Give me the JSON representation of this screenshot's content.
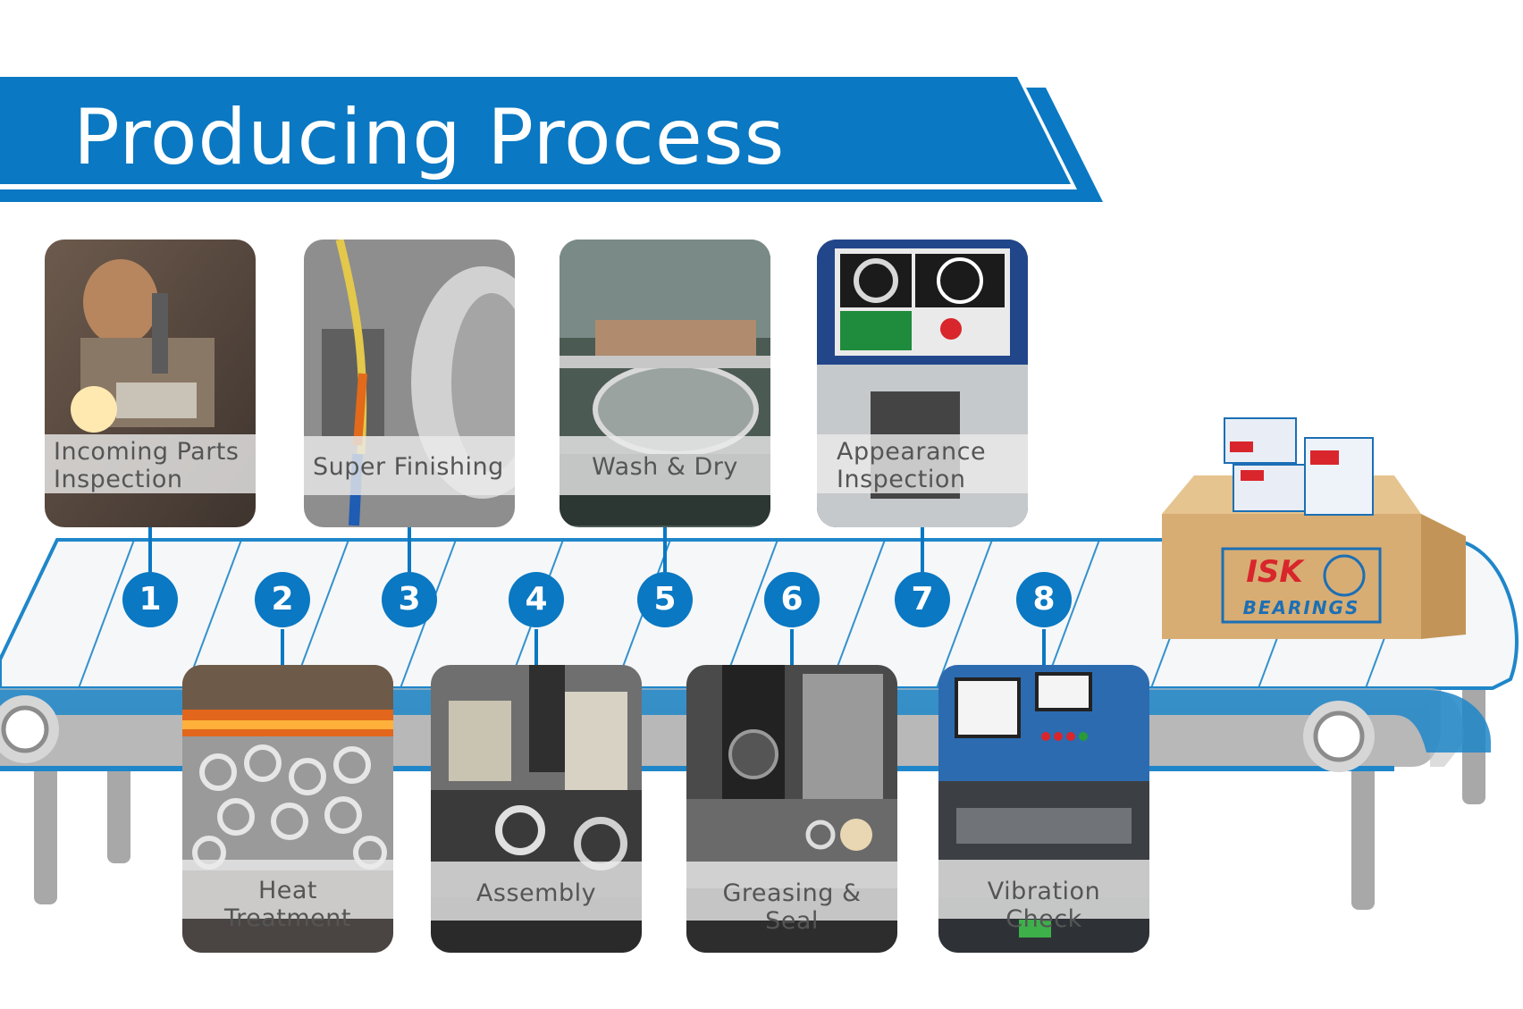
{
  "title": "Producing Process",
  "colors": {
    "brand_blue": "#0a78c2",
    "belt_stroke": "#1f86c9",
    "belt_fill": "#f4f6f8",
    "roller_gray": "#b3b3b3",
    "label_band": "#ebebeb",
    "box_cardboard": "#d7ad73",
    "isk_red": "#d8262c"
  },
  "steps_top": [
    {
      "number": "1",
      "label_line1": "Incoming Parts",
      "label_line2": "Inspection"
    },
    {
      "number": "3",
      "label_line1": "Super Finishing",
      "label_line2": ""
    },
    {
      "number": "5",
      "label_line1": "Wash & Dry",
      "label_line2": ""
    },
    {
      "number": "7",
      "label_line1": "Appearance",
      "label_line2": "Inspection"
    }
  ],
  "steps_bottom": [
    {
      "number": "2",
      "label": "Heat Treatment"
    },
    {
      "number": "4",
      "label": "Assembly"
    },
    {
      "number": "6",
      "label": "Greasing & Seal"
    },
    {
      "number": "8",
      "label": "Vibration Check"
    }
  ],
  "product_box": {
    "brand": "ISK",
    "subtitle": "BEARINGS"
  }
}
